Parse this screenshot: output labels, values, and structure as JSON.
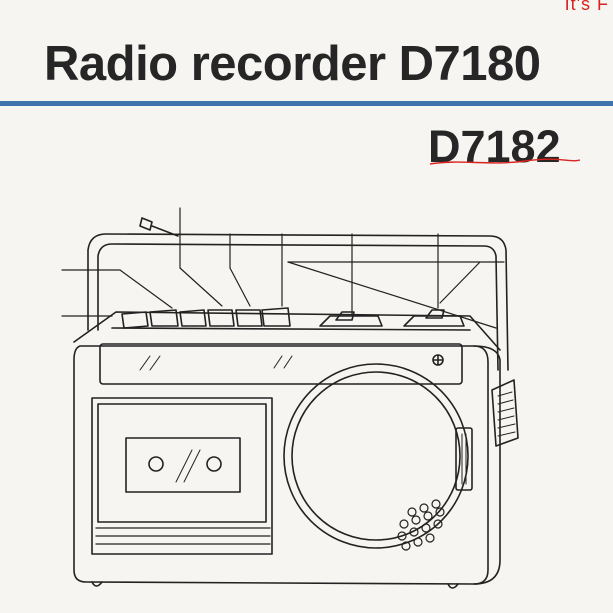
{
  "header": {
    "corner_text": "It's F",
    "title": "Radio recorder D7180",
    "model_secondary": "D7182"
  },
  "colors": {
    "rule": "#3e74ab",
    "text": "#262626",
    "corner_text": "#d9231f"
  }
}
